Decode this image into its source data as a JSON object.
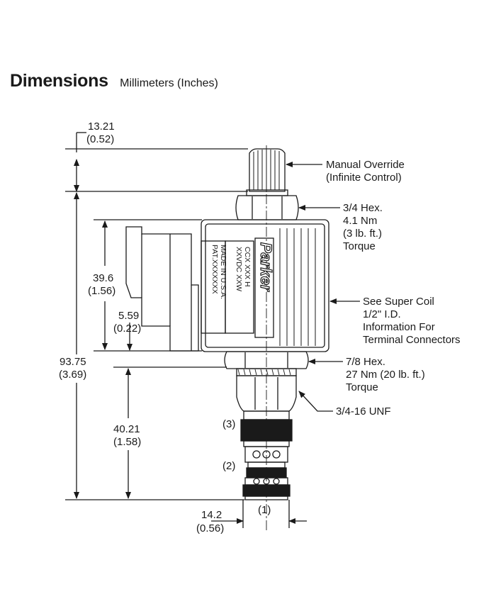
{
  "header": {
    "title": "Dimensions",
    "units": "Millimeters (Inches)"
  },
  "dimensions": {
    "override_height": {
      "mm": "13.21",
      "in": "(0.52)"
    },
    "coil_height": {
      "mm": "39.6",
      "in": "(1.56)"
    },
    "connector_offset": {
      "mm": "5.59",
      "in": "(0.22)"
    },
    "overall_height": {
      "mm": "93.75",
      "in": "(3.69)"
    },
    "cartridge_length": {
      "mm": "40.21",
      "in": "(1.58)"
    },
    "nose_diameter": {
      "mm": "14.2",
      "in": "(0.56)"
    }
  },
  "callouts": {
    "manual_override": [
      "Manual Override",
      "(Infinite Control)"
    ],
    "hex_34": [
      "3/4 Hex.",
      "4.1 Nm",
      "(3 lb. ft.)",
      "Torque"
    ],
    "super_coil": [
      "See Super Coil",
      "1/2\" I.D.",
      "Information For",
      "Terminal Connectors"
    ],
    "hex_78": [
      "7/8 Hex.",
      "27 Nm (20 lb. ft.)",
      "Torque"
    ],
    "thread": "3/4-16 UNF"
  },
  "ports": {
    "p1": "(1)",
    "p2": "(2)",
    "p3": "(3)"
  },
  "coil_label": {
    "brand": "Parker",
    "line1": "PAT.XXXXXXX",
    "line2": "MADE IN U.S.A.",
    "line3": "XXVDC  XXW",
    "line4": "CCX  XXX  H"
  }
}
